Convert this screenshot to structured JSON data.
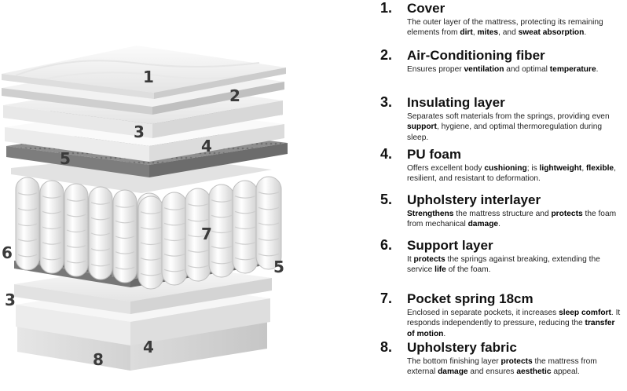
{
  "callouts": [
    "1",
    "2",
    "3",
    "4",
    "5",
    "6",
    "7",
    "5",
    "3",
    "4",
    "8"
  ],
  "layers": [
    {
      "number": "1.",
      "title": "Cover",
      "description": [
        {
          "t": "The outer layer of the mattress, protecting its remaining elements from "
        },
        {
          "t": "dirt",
          "b": true
        },
        {
          "t": ", "
        },
        {
          "t": "mites",
          "b": true
        },
        {
          "t": ", and "
        },
        {
          "t": "sweat absorption",
          "b": true
        },
        {
          "t": "."
        }
      ]
    },
    {
      "number": "2.",
      "title": "Air-Conditioning fiber",
      "description": [
        {
          "t": "Ensures proper "
        },
        {
          "t": "ventilation",
          "b": true
        },
        {
          "t": " and optimal "
        },
        {
          "t": "temperature",
          "b": true
        },
        {
          "t": "."
        }
      ]
    },
    {
      "number": "3.",
      "title": "Insulating layer",
      "description": [
        {
          "t": "Separates soft materials from the springs, providing even "
        },
        {
          "t": "support",
          "b": true
        },
        {
          "t": ", hygiene, and optimal thermoregulation during sleep."
        }
      ]
    },
    {
      "number": "4.",
      "title": "PU foam",
      "description": [
        {
          "t": "Offers excellent body "
        },
        {
          "t": "cushioning",
          "b": true
        },
        {
          "t": "; is "
        },
        {
          "t": "lightweight",
          "b": true
        },
        {
          "t": ", "
        },
        {
          "t": "flexible",
          "b": true
        },
        {
          "t": ", resilient, and resistant to deformation."
        }
      ]
    },
    {
      "number": "5.",
      "title": "Upholstery interlayer",
      "description": [
        {
          "t": "Strengthens",
          "b": true
        },
        {
          "t": " the mattress structure and "
        },
        {
          "t": "protects",
          "b": true
        },
        {
          "t": " the foam from mechanical "
        },
        {
          "t": "damage",
          "b": true
        },
        {
          "t": "."
        }
      ]
    },
    {
      "number": "6.",
      "title": "Support layer",
      "description": [
        {
          "t": "It "
        },
        {
          "t": "protects",
          "b": true
        },
        {
          "t": " the springs against breaking, extending the service "
        },
        {
          "t": "life",
          "b": true
        },
        {
          "t": " of the foam."
        }
      ]
    },
    {
      "number": "7.",
      "title": "Pocket spring 18cm",
      "description": [
        {
          "t": "Enclosed in separate pockets, it increases "
        },
        {
          "t": "sleep comfort",
          "b": true
        },
        {
          "t": ". It responds independently to pressure, reducing the "
        },
        {
          "t": "transfer of motion",
          "b": true
        },
        {
          "t": "."
        }
      ]
    },
    {
      "number": "8.",
      "title": "Upholstery fabric",
      "description": [
        {
          "t": "The bottom finishing layer "
        },
        {
          "t": "protects",
          "b": true
        },
        {
          "t": " the mattress from external "
        },
        {
          "t": "damage",
          "b": true
        },
        {
          "t": " and ensures "
        },
        {
          "t": "aesthetic",
          "b": true
        },
        {
          "t": " appeal."
        }
      ]
    }
  ]
}
